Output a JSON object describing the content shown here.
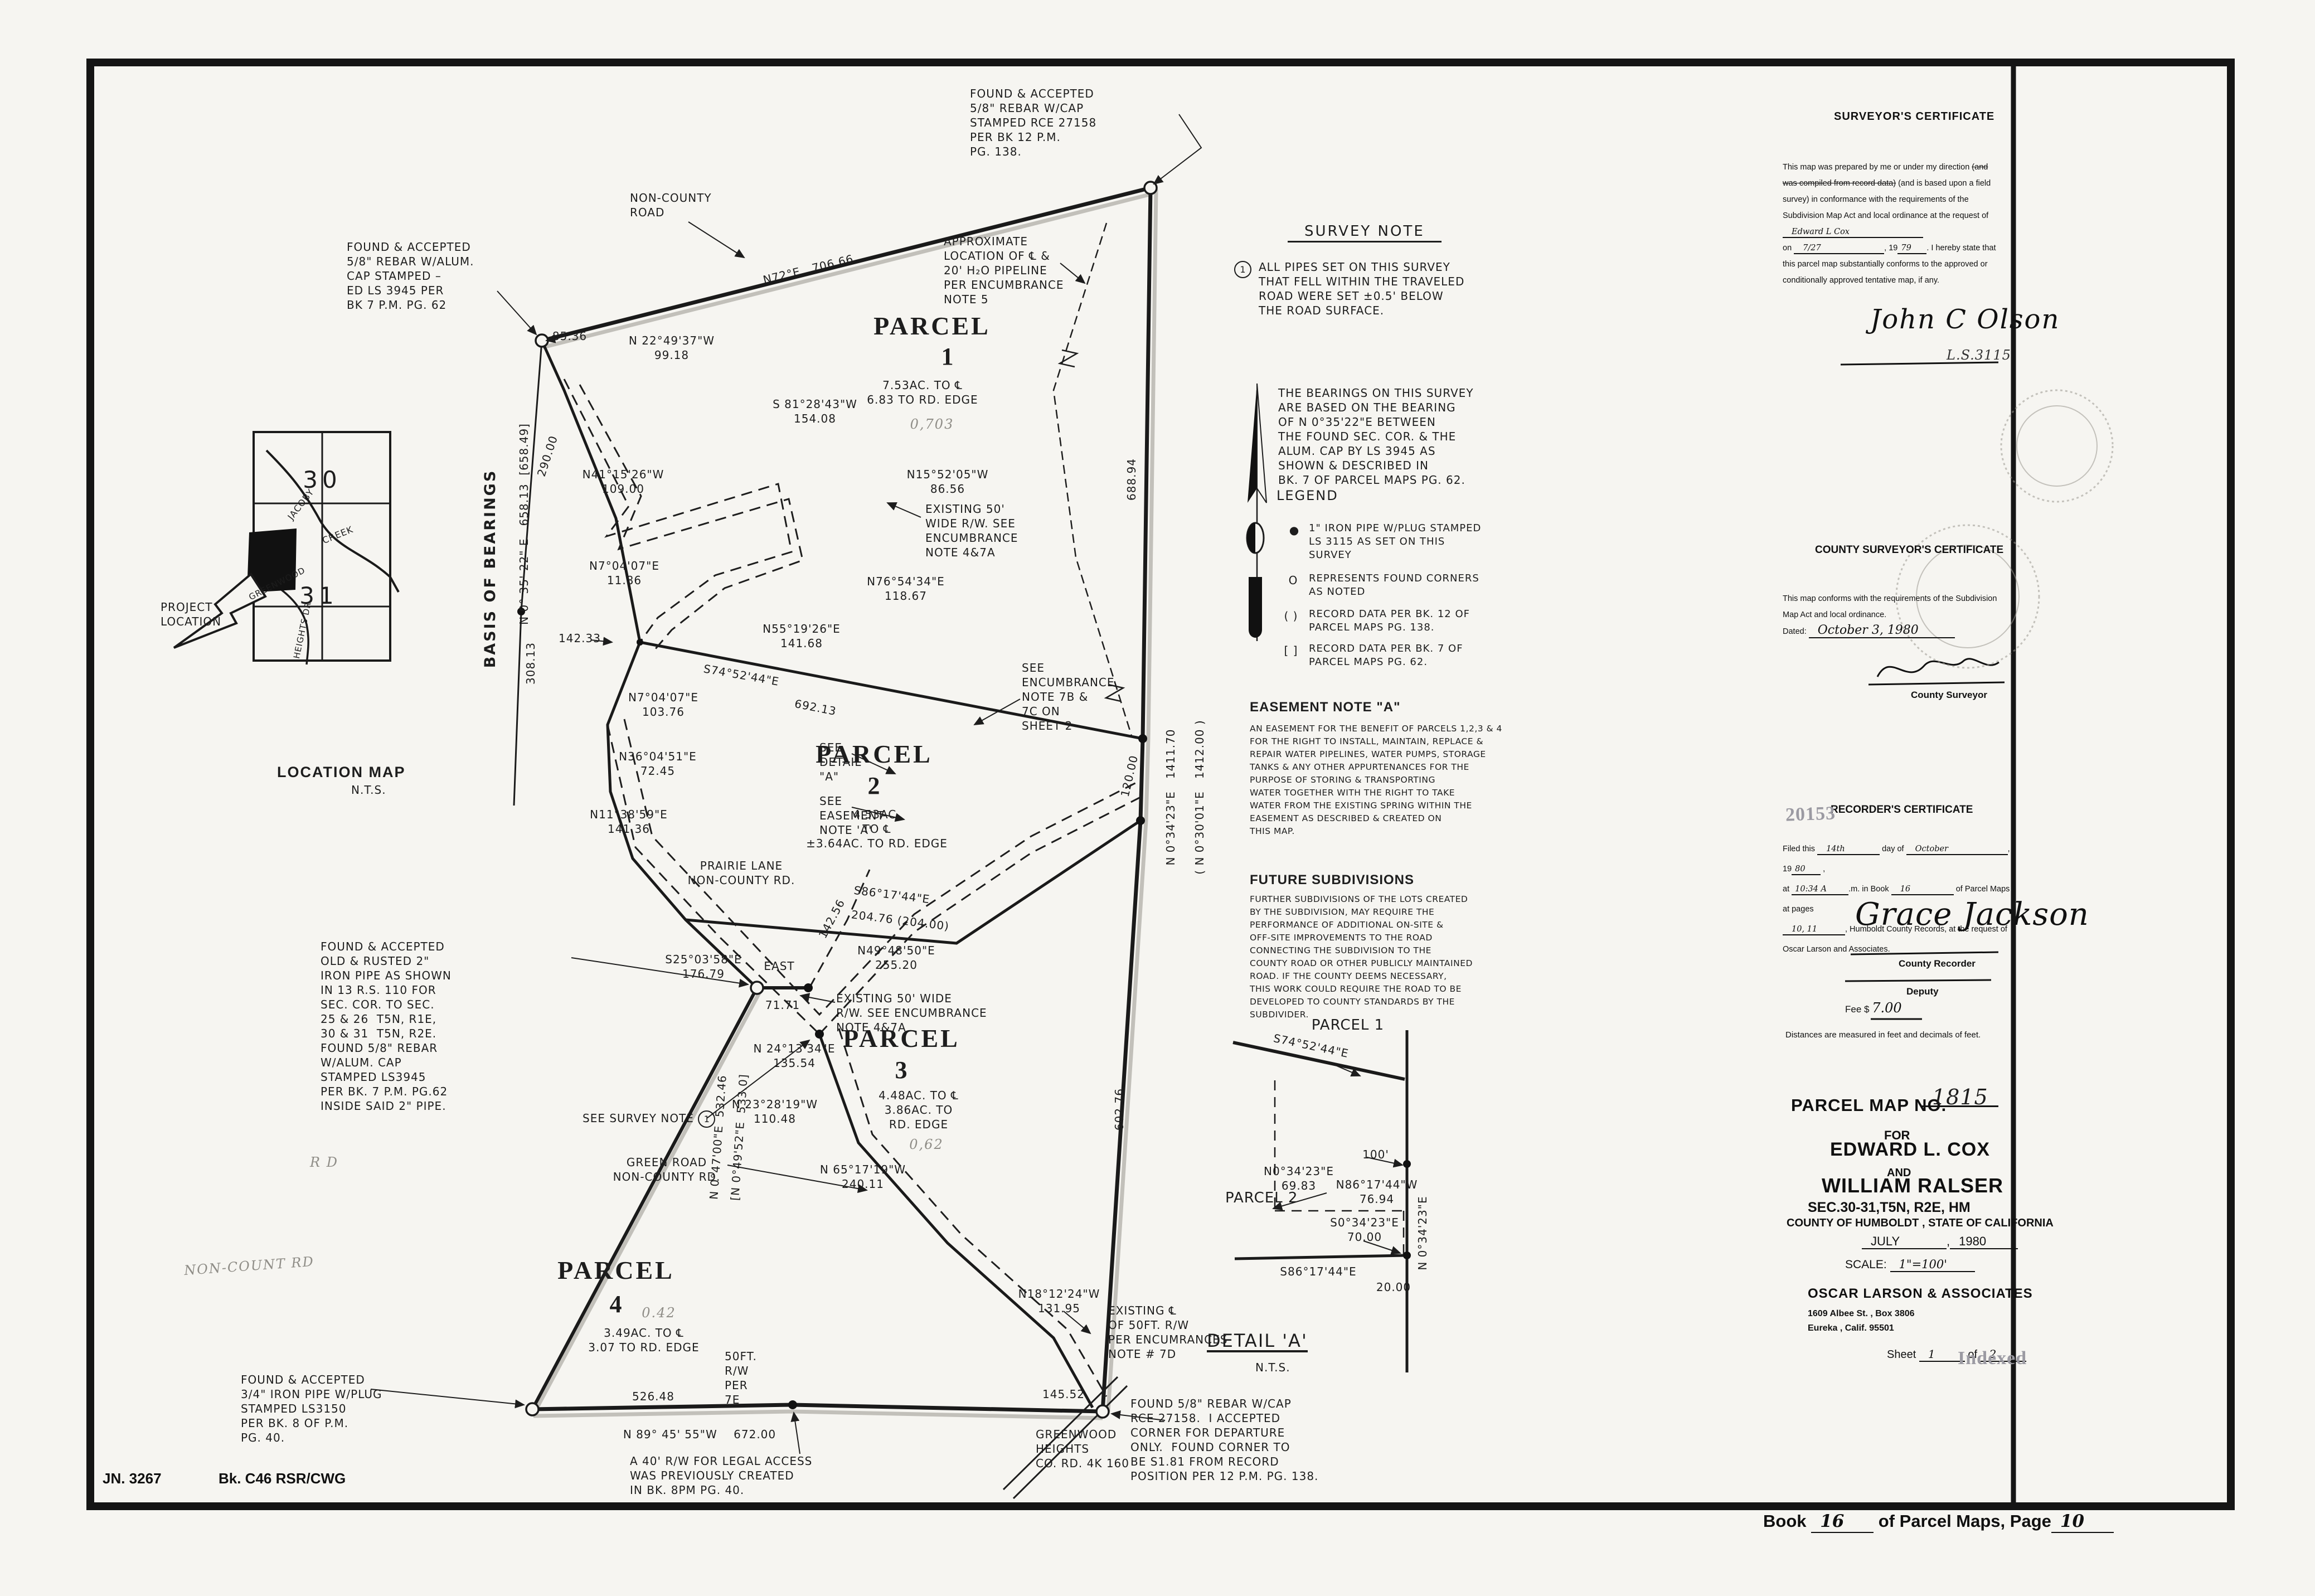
{
  "map": {
    "n72e": "N72°E   706.66",
    "d85_36": "85.36",
    "d142_33": "142.33",
    "s74": "S74°52'44\"E",
    "d692_13": "692.13",
    "s86": "S86°17'44\"E",
    "d204": "204.76 (204.00)",
    "east": "EAST",
    "d71_71": "71.71",
    "d142_56": "142.56",
    "d526_48": "526.48",
    "n89_45": "N 89° 45' 55\"W    672.00",
    "d145_52": "145.52",
    "d688_94": "688.94",
    "d120": "120.00",
    "n034_1411": "N 0°34'23\"E   1411.70",
    "n030_1412": "( N 0°30'01\"E   1412.00 )",
    "d602_76": "602.76",
    "basis": "BASIS OF BEARINGS",
    "n035_658": "N 0° 35' 22\" E   658.13  [658.49]",
    "d290": "290.00",
    "d308": "308.13",
    "n047": "N 0°47'00\"E  532.46",
    "n049": "[N 0°49'52\"E  533.0]",
    "pencil_noncount": "NON-COUNT RD",
    "pencil_rd": "R D",
    "pencil_0703": "0,703",
    "pencil_062": "0,62",
    "pencil_042": "0.42",
    "found_rebar_cap": [
      "FOUND & ACCEPTED",
      "5/8\" REBAR W/CAP",
      "STAMPED RCE 27158",
      "PER BK 12 P.M.",
      "PG. 138."
    ],
    "non_county_top": [
      "NON-COUNTY",
      "ROAD"
    ],
    "approx_pipeline": [
      "APPROXIMATE",
      "LOCATION OF ℄ &",
      "20' H₂O PIPELINE",
      "PER ENCUMBRANCE",
      "NOTE 5"
    ],
    "found_rebar_alum": [
      "FOUND & ACCEPTED",
      "5/8\" REBAR W/ALUM.",
      "CAP STAMPED –",
      "ED LS 3945 PER",
      "BK 7 P.M. PG. 62"
    ],
    "n22": [
      "N 22°49'37\"W",
      "99.18"
    ],
    "s81": [
      "S 81°28'43\"W",
      "154.08"
    ],
    "n41": [
      "N41°15'26\"W",
      "109.00"
    ],
    "n15": [
      "N15°52'05\"W",
      "86.56"
    ],
    "rw1": [
      "EXISTING 50'",
      "WIDE R/W. SEE",
      "ENCUMBRANCE",
      "NOTE 4&7A"
    ],
    "n7a": [
      "N7°04'07\"E",
      "11.86"
    ],
    "n76": [
      "N76°54'34\"E",
      "118.67"
    ],
    "n55": [
      "N55°19'26\"E",
      "141.68"
    ],
    "see7b": [
      "SEE",
      "ENCUMBRANCE",
      "NOTE 7B &",
      "7C ON",
      "SHEET 2"
    ],
    "n7b": [
      "N7°04'07\"E",
      "103.76"
    ],
    "n36": [
      "N36°04'51\"E",
      "72.45"
    ],
    "seedetail": [
      "SEE",
      "DETAIL",
      "\"A\""
    ],
    "seeease": [
      "SEE",
      "EASEMENT",
      "NOTE 'A'"
    ],
    "n11": [
      "N11°38'59\"E",
      "141.36"
    ],
    "prairie": [
      "PRAIRIE LANE",
      "NON-COUNTY RD."
    ],
    "s25": [
      "S25°03'58\"E",
      "176.79"
    ],
    "n49": [
      "N49°48'50\"E",
      "255.20"
    ],
    "rw2": [
      "EXISTING 50' WIDE",
      "R/W. SEE ENCUMBRANCE",
      "NOTE 4&7A"
    ],
    "n24": [
      "N 24°13'34\"E",
      "135.54"
    ],
    "n23": [
      "N 23°28'19\"W",
      "110.48"
    ],
    "n65": [
      "N 65°17'19\"W",
      "240.11"
    ],
    "see_survey_note": "SEE SURVEY NOTE ",
    "see_survey_num": "1",
    "green_road": [
      "GREEN ROAD",
      "NON-COUNTY RD."
    ],
    "found_old": [
      "FOUND & ACCEPTED",
      "OLD & RUSTED 2\"",
      "IRON PIPE AS SHOWN",
      "IN 13 R.S. 110 FOR",
      "SEC. COR. TO SEC.",
      "25 & 26  T5N, R1E,",
      "30 & 31  T5N, R2E.",
      "FOUND 5/8\" REBAR",
      "W/ALUM. CAP",
      "STAMPED LS3945",
      "PER BK. 7 P.M. PG.62",
      "INSIDE SAID 2\" PIPE."
    ],
    "n18": [
      "N18°12'24\"W",
      "131.95"
    ],
    "e7d": [
      "EXISTING ℄",
      "OF 50FT. R/W",
      "PER ENCUMRANCES",
      "NOTE # 7D"
    ],
    "rw7e": [
      "50FT.",
      "R/W",
      "PER",
      "7E"
    ],
    "a40": [
      "A 40' R/W FOR LEGAL ACCESS",
      "WAS PREVIOUSLY CREATED",
      "IN BK. 8PM PG. 40."
    ],
    "greenwood": [
      "GREENWOOD",
      "HEIGHTS",
      "CO. RD. 4K 160"
    ],
    "found_depart": [
      "FOUND 5/8\" REBAR W/CAP",
      "RCE 27158.  I ACCEPTED",
      "CORNER FOR DEPARTURE",
      "ONLY.  FOUND CORNER TO",
      "BE S1.81 FROM RECORD",
      "POSITION PER 12 P.M. PG. 138."
    ],
    "found_34": [
      "FOUND & ACCEPTED",
      "3/4\" IRON PIPE W/PLUG",
      "STAMPED LS3150",
      "PER BK. 8 OF P.M.",
      "PG. 40."
    ],
    "parcel1_word": "PARCEL",
    "parcel1_num": "1",
    "parcel1_area": [
      "7.53AC. TO ℄",
      "6.83 TO RD. EDGE"
    ],
    "parcel2_word": "PARCEL",
    "parcel2_num": "2",
    "parcel2_area": [
      "4.53AC.",
      "TO ℄",
      "±3.64AC. TO RD. EDGE"
    ],
    "parcel3_word": "PARCEL",
    "parcel3_num": "3",
    "parcel3_area": [
      "4.48AC. TO ℄",
      "3.86AC. TO",
      "RD. EDGE"
    ],
    "parcel4_word": "PARCEL",
    "parcel4_num": "4",
    "parcel4_area": [
      "3.49AC. TO ℄",
      "3.07 TO RD. EDGE"
    ]
  },
  "detail_a": {
    "parcel1": "PARCEL 1",
    "s74": "S74°52'44\"E",
    "d100": "100'",
    "n034": [
      "N0°34'23\"E",
      "69.83"
    ],
    "n86": [
      "N86°17'44\"W",
      "76.94"
    ],
    "parcel2": "PARCEL 2",
    "s034": [
      "S0°34'23\"E",
      "70.00"
    ],
    "s86": "S86°17'44\"E",
    "d20": "20.00",
    "n034v": "N 0°34'23\"E",
    "title": "DETAIL 'A'",
    "nts": "N.T.S."
  },
  "notes": {
    "survey": {
      "title": "SURVEY NOTE",
      "num": "1",
      "lines": [
        "ALL PIPES SET ON THIS SURVEY",
        "THAT FELL WITHIN THE TRAVELED",
        "ROAD WERE SET ±0.5' BELOW",
        "THE ROAD SURFACE."
      ]
    },
    "bearings": [
      "THE BEARINGS ON THIS SURVEY",
      "ARE BASED ON THE BEARING",
      "OF N 0°35'22\"E BETWEEN",
      "THE FOUND SEC. COR. & THE",
      "ALUM. CAP BY LS 3945 AS",
      "SHOWN & DESCRIBED IN",
      "BK. 7 OF PARCEL MAPS PG. 62."
    ],
    "easement_title": "EASEMENT NOTE \"A\"",
    "easement": [
      "AN EASEMENT FOR THE BENEFIT OF PARCELS 1,2,3 & 4",
      "FOR THE RIGHT TO INSTALL, MAINTAIN, REPLACE &",
      "REPAIR WATER PIPELINES, WATER PUMPS, STORAGE",
      "TANKS & ANY OTHER APPURTENANCES FOR THE",
      "PURPOSE OF STORING & TRANSPORTING",
      "WATER TOGETHER WITH THE RIGHT TO TAKE",
      "WATER FROM THE EXISTING SPRING WITHIN THE",
      "EASEMENT AS DESCRIBED & CREATED ON",
      "THIS MAP."
    ],
    "future_title": "FUTURE SUBDIVISIONS",
    "future": [
      "FURTHER SUBDIVISIONS OF THE LOTS CREATED",
      "BY THE SUBDIVISION, MAY REQUIRE THE",
      "PERFORMANCE OF ADDITIONAL ON-SITE &",
      "OFF-SITE IMPROVEMENTS TO THE ROAD",
      "CONNECTING THE SUBDIVISION TO THE",
      "COUNTY ROAD OR OTHER PUBLICLY MAINTAINED",
      "ROAD. IF THE COUNTY DEEMS NECESSARY,",
      "THIS WORK COULD REQUIRE THE ROAD TO BE",
      "DEVELOPED TO COUNTY STANDARDS BY THE",
      "SUBDIVIDER."
    ]
  },
  "legend": {
    "title": "LEGEND",
    "items": [
      {
        "symbol": "●",
        "lines": [
          "1\" IRON PIPE W/PLUG STAMPED",
          "LS 3115 AS SET ON THIS",
          "SURVEY"
        ]
      },
      {
        "symbol": "O",
        "lines": [
          "REPRESENTS FOUND CORNERS",
          "AS NOTED"
        ]
      },
      {
        "symbol": "( )",
        "lines": [
          "RECORD DATA PER BK. 12 OF",
          "PARCEL MAPS PG. 138."
        ]
      },
      {
        "symbol": "[ ]",
        "lines": [
          "RECORD DATA PER BK. 7 OF",
          "PARCEL MAPS PG. 62."
        ]
      }
    ]
  },
  "certs": {
    "surveyor": {
      "title": "SURVEYOR'S CERTIFICATE",
      "p1": "This map was prepared by me or under my direction ",
      "struck": "(and was compiled from record data)",
      "p2": " (and is based upon a field survey) in conformance with the requirements of the Subdivision Map Act and local ordinance at the request of ",
      "requester": "Edward L Cox",
      "on_label": "on",
      "date": "7/27",
      "year_prefix": ", 19",
      "year": "79",
      "p3": ". I hereby state that this parcel map substantially conforms to the approved or conditionally approved tentative map, if any.",
      "signature": "John C Olson",
      "ls": "L.S.3115"
    },
    "county": {
      "title": "COUNTY SURVEYOR'S CERTIFICATE",
      "p1": "This map conforms with the requirements of the  Subdivision",
      "p2": "Map Act and local ordinance.",
      "dated_label": "Dated:",
      "dated": "October 3, 1980",
      "role": "County Surveyor"
    },
    "recorder": {
      "title": "RECORDER'S CERTIFICATE",
      "stamp": "20153",
      "f1": "Filed this ",
      "day": "14th",
      "f2": " day of ",
      "month": "October",
      "f3": ", 19",
      "yr": "80",
      "f4": " ,",
      "f5": "at ",
      "time": "10:34 A",
      "f6": ".m. in Book ",
      "book": "16",
      "f7": " of Parcel Maps at pages",
      "pages": "10, 11",
      "f8": ", Humboldt County Records, at the request of",
      "requester": "Oscar Larson and Associates.",
      "signature": "Grace Jackson",
      "role": "County Recorder",
      "deputy": "Deputy",
      "fee_label": "Fee $",
      "fee": "7.00",
      "distances": "Distances are measured in feet and decimals of feet."
    }
  },
  "title_block": {
    "map_no_label": "PARCEL MAP NO.",
    "map_no": "1815",
    "for_label": "FOR",
    "name1": "EDWARD L. COX",
    "and_label": "AND",
    "name2": "WILLIAM RALSER",
    "sec": "SEC.30-31,T5N,   R2E,   HM",
    "county_line": "COUNTY OF HUMBOLDT , STATE OF CALIFORNIA",
    "month": "JULY",
    "comma": ",",
    "year": "1980",
    "scale_label": "SCALE:",
    "scale": "1\"=100'",
    "firm": "OSCAR LARSON & ASSOCIATES",
    "addr1": "1609 Albee St. , Box 3806",
    "addr2": "Eureka , Calif.          95501",
    "sheet_label": "Sheet",
    "sheet_no": "1",
    "of_label": "of",
    "sheet_total": "2",
    "indexed": "Indexed"
  },
  "location_map": {
    "s30": "30",
    "s31": "31",
    "creek1": "JACOBY",
    "creek2": "CREEK",
    "road1": "GREENWOOD",
    "road2": "HEIGHTS DR.",
    "project": [
      "PROJECT",
      "LOCATION"
    ],
    "title": "LOCATION MAP",
    "nts": "N.T.S."
  },
  "footer": {
    "jn": "JN.  3267",
    "bk": "Bk. C46  RSR/CWG",
    "book_label": "Book",
    "book_no": "16",
    "mid_label": "of Parcel Maps, Page",
    "page_no": "10"
  }
}
